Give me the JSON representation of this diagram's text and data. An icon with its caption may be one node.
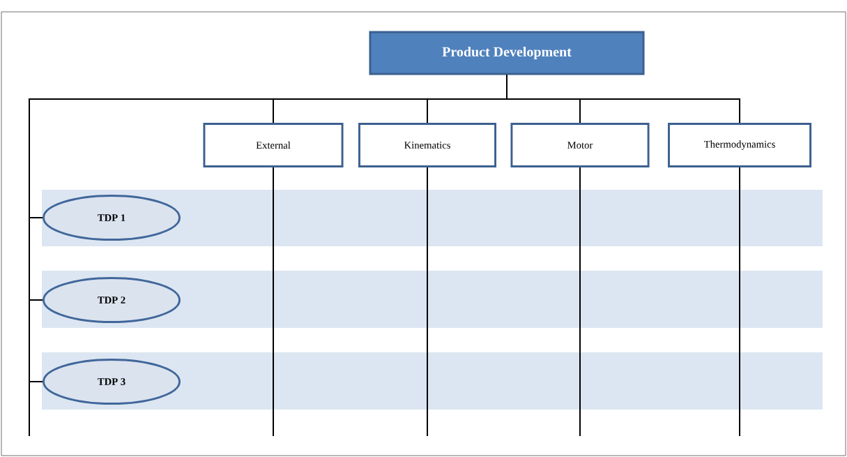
{
  "diagram": {
    "nodes": [
      {
        "text": [
          "Product Development"
        ]
      },
      {
        "text": [
          "External"
        ]
      },
      {
        "text": [
          "Kinematics"
        ]
      },
      {
        "text": [
          "Motor"
        ]
      },
      {
        "text": [
          "Thermodynamics"
        ]
      },
      {
        "text": [
          "TDP 1"
        ]
      },
      {
        "text": [
          "TDP 2"
        ]
      },
      {
        "text": [
          "TDP 3"
        ]
      }
    ],
    "edges": [
      {
        "from": 0,
        "to": 1,
        "arrow": "none"
      },
      {
        "from": 0,
        "to": 2,
        "arrow": "none"
      },
      {
        "from": 0,
        "to": 3,
        "arrow": "none"
      },
      {
        "from": 0,
        "to": 4,
        "arrow": "none"
      },
      {
        "from": 0,
        "to": 5,
        "arrow": "none"
      },
      {
        "from": 0,
        "to": 6,
        "arrow": "none"
      },
      {
        "from": 0,
        "to": 7,
        "arrow": "none"
      },
      {
        "from": 1,
        "to": null,
        "arrow": "none"
      },
      {
        "from": 2,
        "to": null,
        "arrow": "none"
      },
      {
        "from": 3,
        "to": null,
        "arrow": "none"
      },
      {
        "from": 4,
        "to": null,
        "arrow": "none"
      }
    ]
  }
}
